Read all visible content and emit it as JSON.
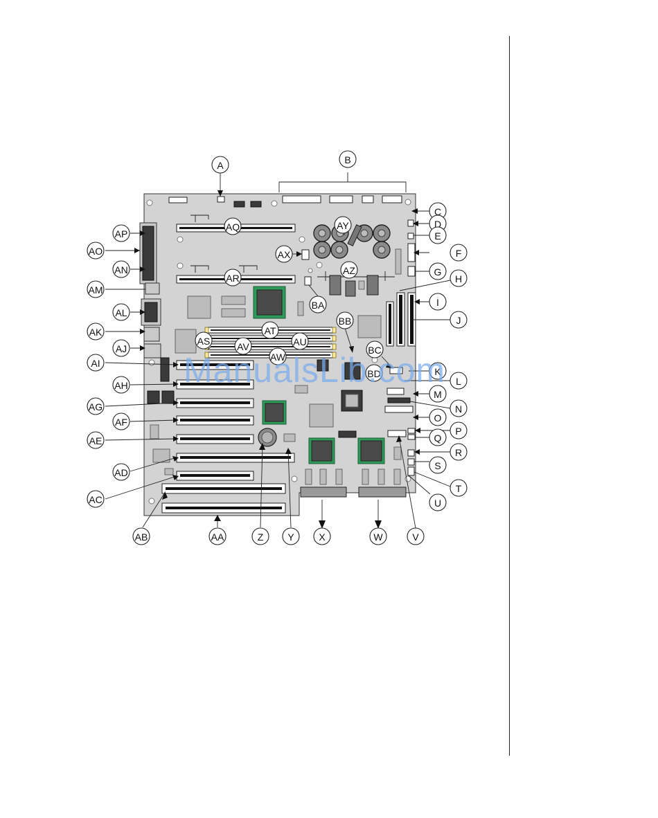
{
  "watermark": "ManualsLib.com",
  "callouts": [
    {
      "id": "A"
    },
    {
      "id": "B"
    },
    {
      "id": "C"
    },
    {
      "id": "D"
    },
    {
      "id": "E"
    },
    {
      "id": "F"
    },
    {
      "id": "G"
    },
    {
      "id": "H"
    },
    {
      "id": "I"
    },
    {
      "id": "J"
    },
    {
      "id": "K"
    },
    {
      "id": "L"
    },
    {
      "id": "M"
    },
    {
      "id": "N"
    },
    {
      "id": "O"
    },
    {
      "id": "P"
    },
    {
      "id": "Q"
    },
    {
      "id": "R"
    },
    {
      "id": "S"
    },
    {
      "id": "T"
    },
    {
      "id": "U"
    },
    {
      "id": "V"
    },
    {
      "id": "W"
    },
    {
      "id": "X"
    },
    {
      "id": "Y"
    },
    {
      "id": "Z"
    },
    {
      "id": "AA"
    },
    {
      "id": "AB"
    },
    {
      "id": "AC"
    },
    {
      "id": "AD"
    },
    {
      "id": "AE"
    },
    {
      "id": "AF"
    },
    {
      "id": "AG"
    },
    {
      "id": "AH"
    },
    {
      "id": "AI"
    },
    {
      "id": "AJ"
    },
    {
      "id": "AK"
    },
    {
      "id": "AL"
    },
    {
      "id": "AM"
    },
    {
      "id": "AN"
    },
    {
      "id": "AO"
    },
    {
      "id": "AP"
    },
    {
      "id": "AQ"
    },
    {
      "id": "AR"
    },
    {
      "id": "AS"
    },
    {
      "id": "AT"
    },
    {
      "id": "AU"
    },
    {
      "id": "AV"
    },
    {
      "id": "AW"
    },
    {
      "id": "AX"
    },
    {
      "id": "AY"
    },
    {
      "id": "AZ"
    },
    {
      "id": "BA"
    },
    {
      "id": "BB"
    },
    {
      "id": "BC"
    },
    {
      "id": "BD"
    }
  ]
}
